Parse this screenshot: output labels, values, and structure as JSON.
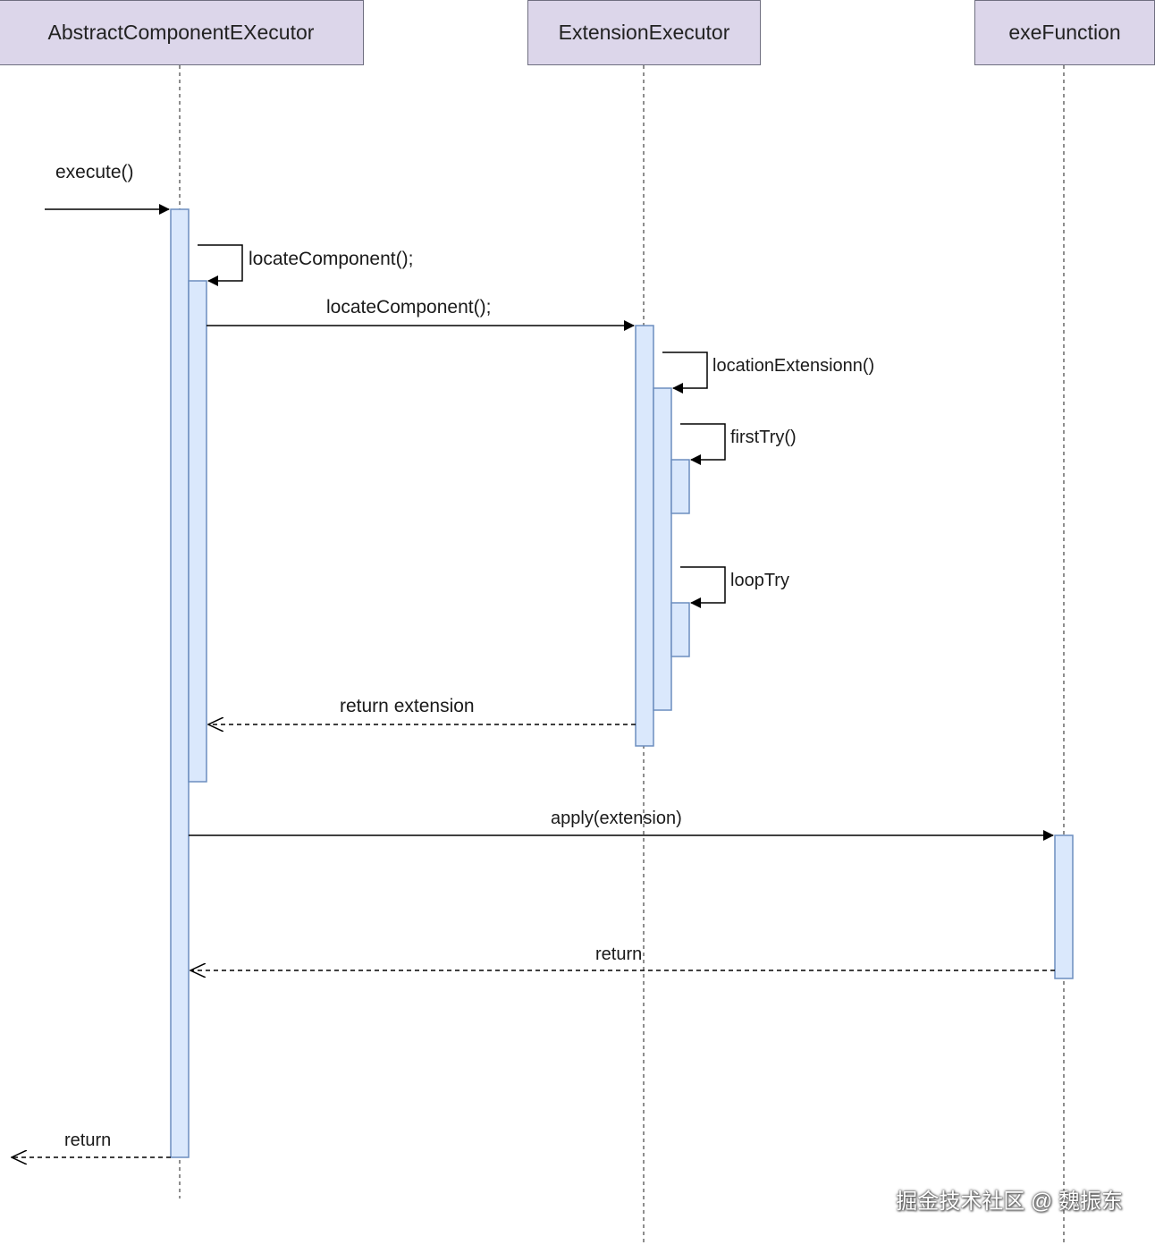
{
  "participants": [
    {
      "id": "p1",
      "label": "AbstractComponentEXecutor"
    },
    {
      "id": "p2",
      "label": "ExtensionExecutor"
    },
    {
      "id": "p3",
      "label": "exeFunction"
    }
  ],
  "messages": {
    "execute": "execute()",
    "self_locate": "locateComponent();",
    "locate_call": "locateComponent();",
    "self_location_ext": "locationExtensionn()",
    "self_first_try": "firstTry()",
    "self_loop_try": "loopTry",
    "return_extension": "return extension",
    "apply": "apply(extension)",
    "return_apply": "return",
    "return_final": "return"
  },
  "watermark": "掘金技术社区 @ 魏振东",
  "colors": {
    "participant_fill": "#dcd6ea",
    "participant_border": "#6f6f80",
    "activation_fill": "#dae8fc",
    "activation_border": "#6c8ebf",
    "line": "#000000"
  }
}
